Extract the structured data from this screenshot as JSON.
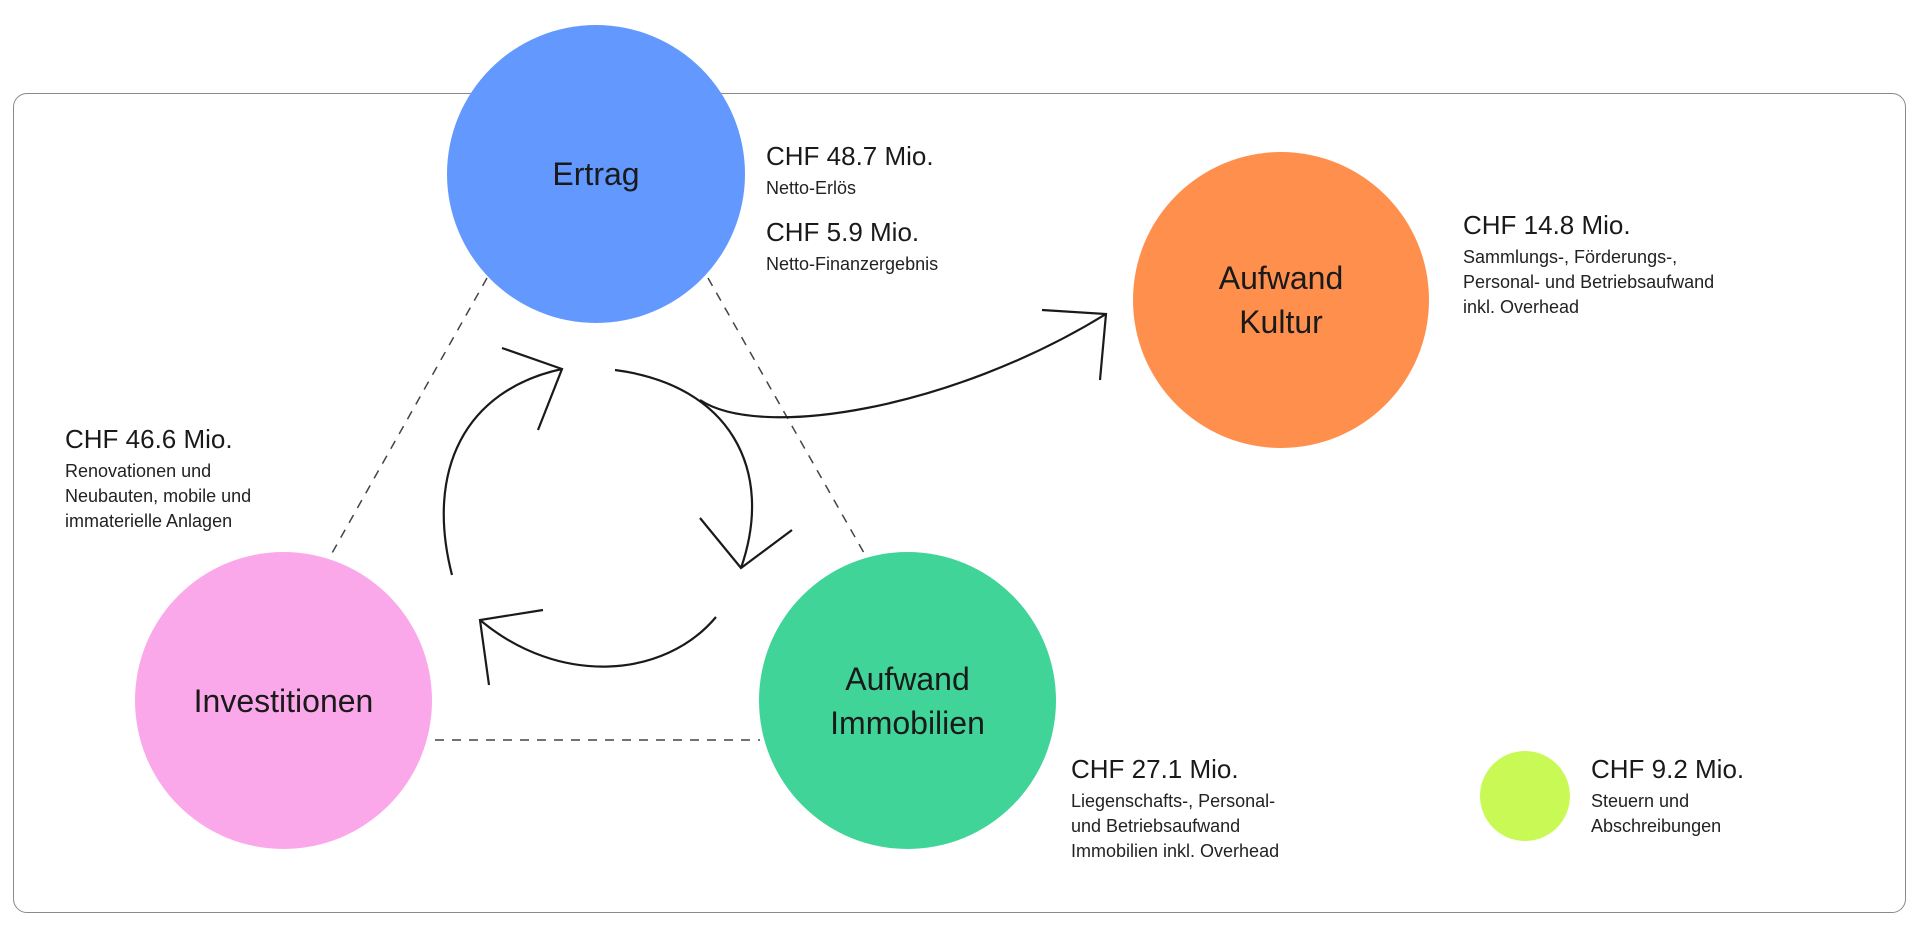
{
  "colors": {
    "ertrag": "#6399ff",
    "kultur": "#ff8f4d",
    "immobilien": "#40d498",
    "investitionen": "#fba8ea",
    "steuern": "#c9f955",
    "frame": "#8a8a8a",
    "line": "#1a1a1a"
  },
  "nodes": {
    "ertrag": {
      "label": "Ertrag"
    },
    "kultur": {
      "label": "Aufwand\nKultur"
    },
    "immobilien": {
      "label": "Aufwand\nImmobilien"
    },
    "investitionen": {
      "label": "Investitionen"
    },
    "steuern": {
      "label": ""
    }
  },
  "annotations": {
    "netto_erloes": {
      "amount": "CHF 48.7 Mio.",
      "text": "Netto-Erlös"
    },
    "finanzergebnis": {
      "amount": "CHF 5.9 Mio.",
      "text": "Netto-Finanzergebnis"
    },
    "kultur": {
      "amount": "CHF 14.8 Mio.",
      "text": "Sammlungs-, Förderungs-,\nPersonal- und Betriebsaufwand\ninkl. Overhead"
    },
    "investitionen": {
      "amount": "CHF 46.6 Mio.",
      "text": "Renovationen und\nNeubauten, mobile und\nimmaterielle Anlagen"
    },
    "immobilien": {
      "amount": "CHF 27.1 Mio.",
      "text": "Liegenschafts-, Personal-\nund Betriebsaufwand\nImmobilien inkl. Overhead"
    },
    "steuern": {
      "amount": "CHF 9.2 Mio.",
      "text": "Steuern und\nAbschreibungen"
    }
  }
}
